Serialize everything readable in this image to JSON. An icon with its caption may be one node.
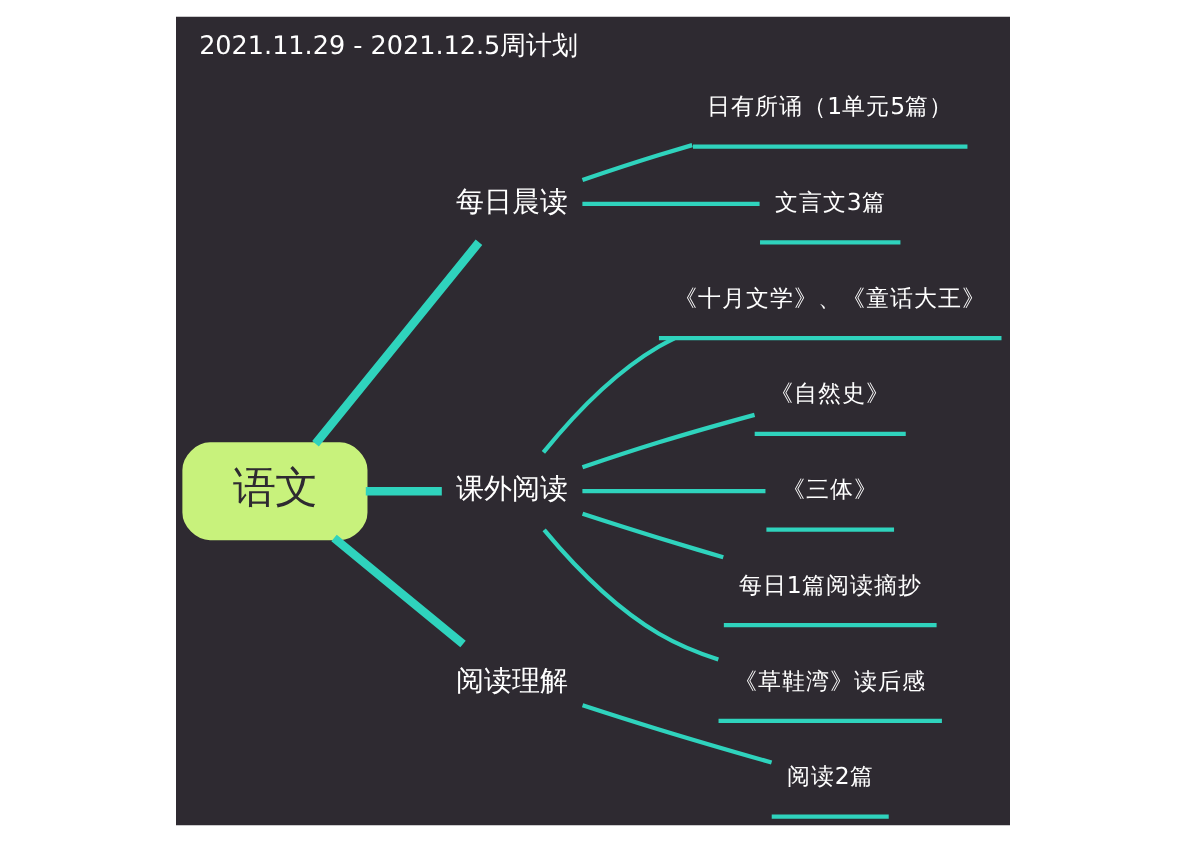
{
  "diagram": {
    "title": "2021.11.29 - 2021.12.5周计划",
    "nodes": [
      {
        "text": [
          "语文"
        ]
      },
      {
        "text": [
          "每日晨读"
        ]
      },
      {
        "text": [
          "课外阅读"
        ]
      },
      {
        "text": [
          "阅读理解"
        ]
      },
      {
        "text": [
          "日有所诵（1单元5篇）"
        ]
      },
      {
        "text": [
          "文言文3篇"
        ]
      },
      {
        "text": [
          "《十月文学》、《童话大王》"
        ]
      },
      {
        "text": [
          "《自然史》"
        ]
      },
      {
        "text": [
          "《三体》"
        ]
      },
      {
        "text": [
          "每日1篇阅读摘抄"
        ]
      },
      {
        "text": [
          "《草鞋湾》读后感"
        ]
      },
      {
        "text": [
          "阅读2篇"
        ]
      }
    ],
    "edges": [
      {
        "from": 0,
        "to": 1,
        "arrow": "none",
        "style": "thick"
      },
      {
        "from": 0,
        "to": 2,
        "arrow": "none",
        "style": "thick"
      },
      {
        "from": 0,
        "to": 3,
        "arrow": "none",
        "style": "thick"
      },
      {
        "from": 1,
        "to": 4,
        "arrow": "none"
      },
      {
        "from": 1,
        "to": 5,
        "arrow": "none"
      },
      {
        "from": 2,
        "to": 6,
        "arrow": "none"
      },
      {
        "from": 2,
        "to": 7,
        "arrow": "none"
      },
      {
        "from": 2,
        "to": 8,
        "arrow": "none"
      },
      {
        "from": 2,
        "to": 9,
        "arrow": "none"
      },
      {
        "from": 2,
        "to": 10,
        "arrow": "none"
      },
      {
        "from": 3,
        "to": 11,
        "arrow": "none"
      }
    ]
  }
}
